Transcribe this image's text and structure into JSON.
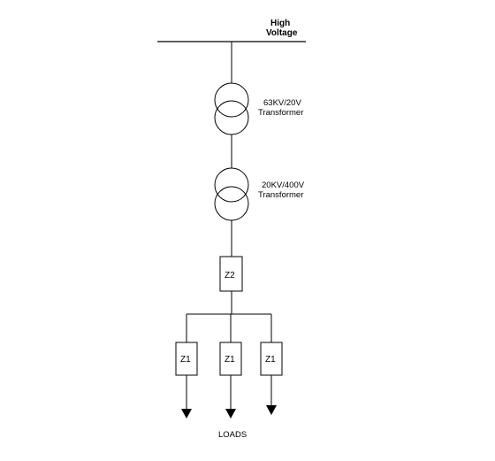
{
  "bus_label": {
    "line1": "High",
    "line2": "Voltage"
  },
  "transformers": [
    {
      "rating": "63KV/20V",
      "kind": "Transformer"
    },
    {
      "rating": "20KV/400V",
      "kind": "Transformer"
    }
  ],
  "feeder_impedance": "Z2",
  "branch_impedances": [
    "Z1",
    "Z1",
    "Z1"
  ],
  "loads_label": "LOADS"
}
